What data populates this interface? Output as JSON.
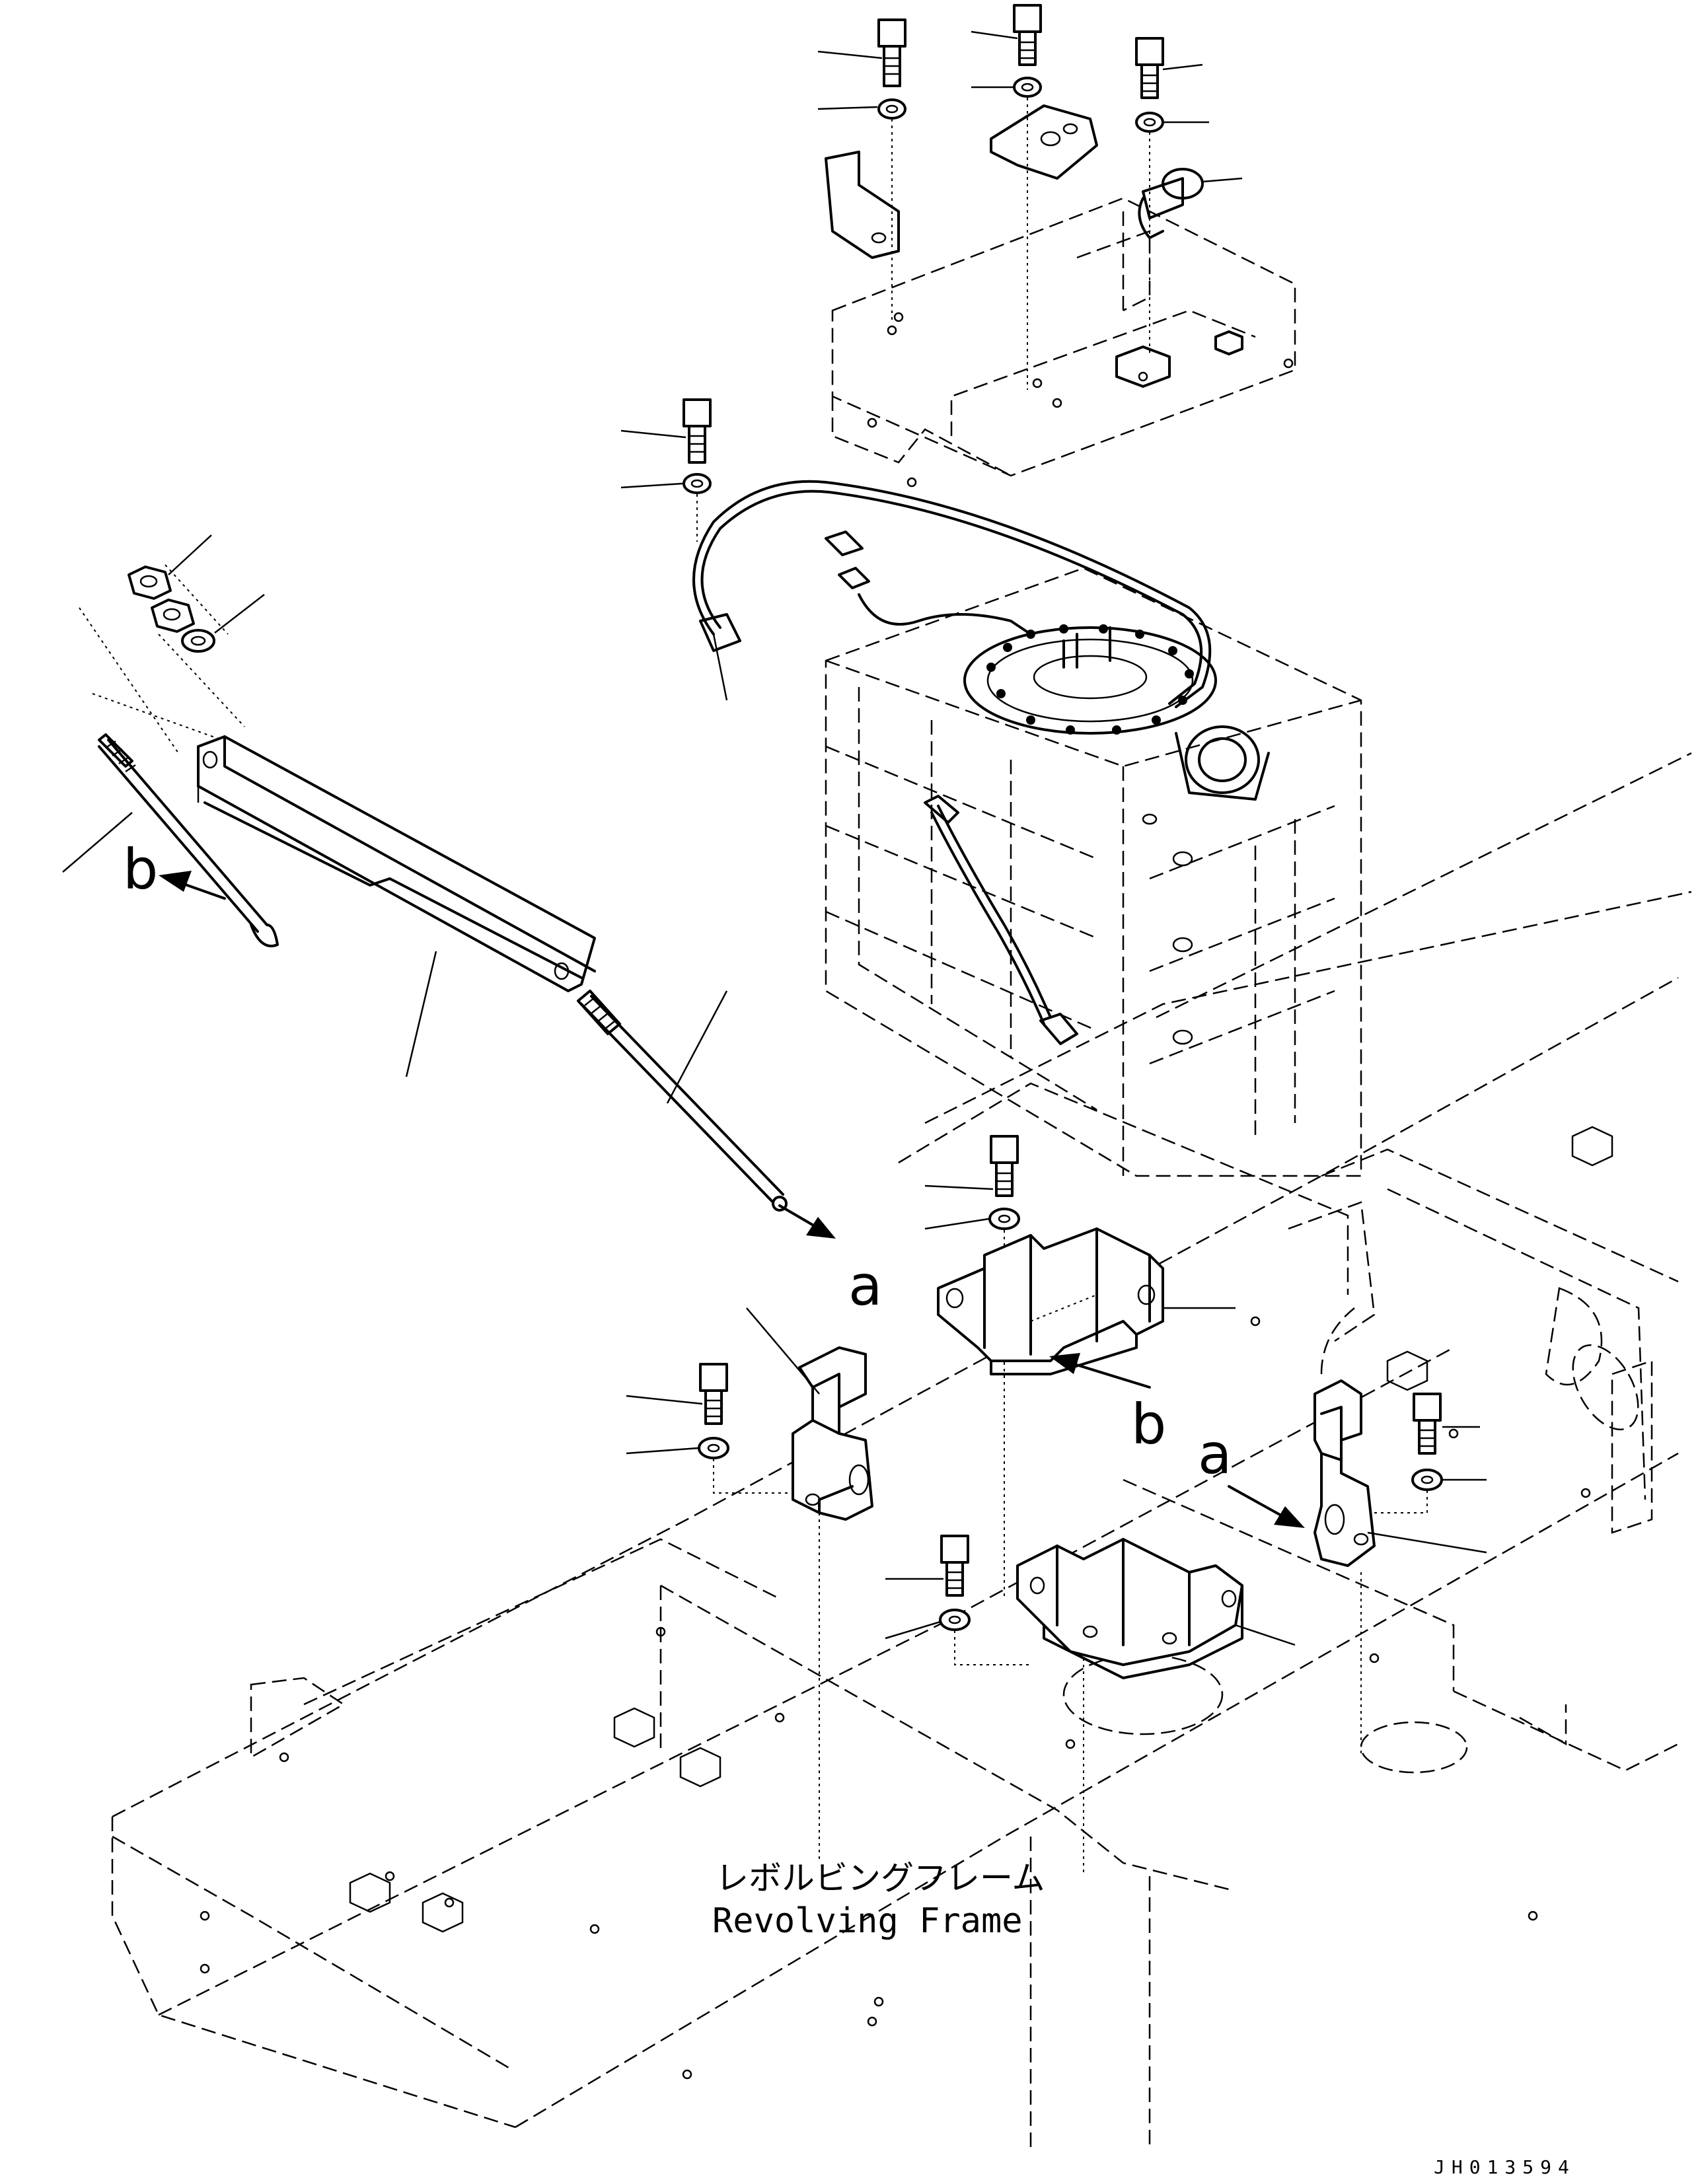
{
  "diagram": {
    "frame_label_jp": "レボルビングフレーム",
    "frame_label_en": "Revolving Frame",
    "view_markers": {
      "a_top": "a",
      "b_left": "b",
      "b_mid": "b",
      "a_right": "a"
    },
    "drawing_id": "JH013594"
  }
}
